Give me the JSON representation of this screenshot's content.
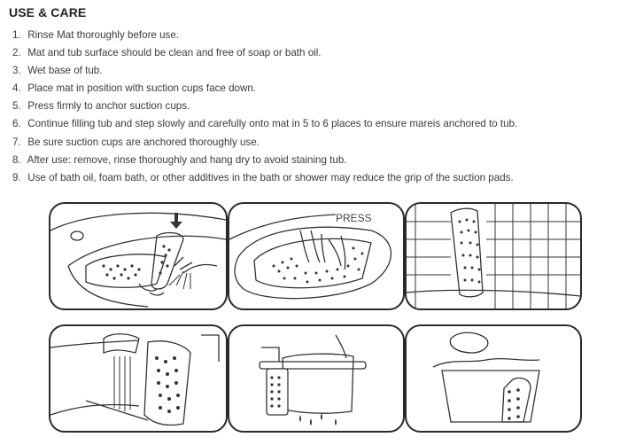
{
  "title": "USE & CARE",
  "steps": [
    {
      "num": "1.",
      "text": "Rinse Mat thoroughly before use."
    },
    {
      "num": "2.",
      "text": "Mat and tub surface should be clean and free of soap or bath oil."
    },
    {
      "num": "3.",
      "text": "Wet base of tub."
    },
    {
      "num": "4.",
      "text": "Place mat in position with suction cups face down."
    },
    {
      "num": "5.",
      "text": "Press firmly to anchor suction cups."
    },
    {
      "num": "6.",
      "text": "Continue filling tub and step slowly and carefully onto mat in 5 to 6 places to ensure mareis anchored to tub."
    },
    {
      "num": "7.",
      "text": "Be sure suction cups are anchored thoroughly use."
    },
    {
      "num": "8.",
      "text": "After use: remove, rinse thoroughly and hang dry to avoid staining tub."
    },
    {
      "num": "9.",
      "text": "Use of bath oil, foam bath, or other additives in the bath or shower may reduce the grip of the suction pads."
    }
  ],
  "illustrations": {
    "press_label": "PRESS"
  }
}
